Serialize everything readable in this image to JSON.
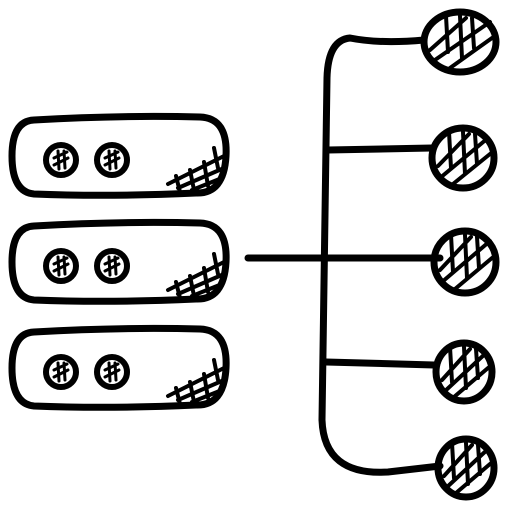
{
  "icon": {
    "name": "server-network-icon",
    "style": "hand-drawn outline",
    "stroke_color": "#000000",
    "background_color": "#ffffff",
    "server_units": 3,
    "indicator_lights_per_unit": 2,
    "network_nodes": 5
  }
}
